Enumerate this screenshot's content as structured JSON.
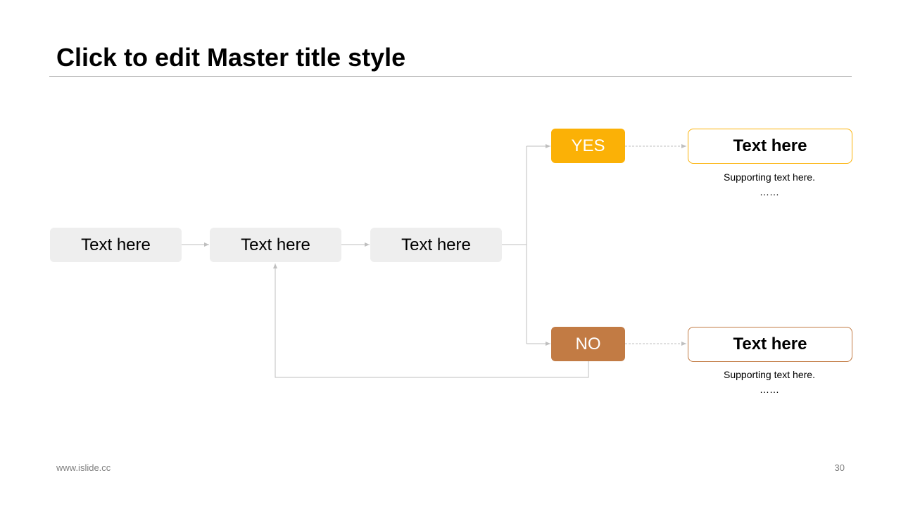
{
  "slide": {
    "title": "Click to edit Master title style"
  },
  "flow": {
    "steps": [
      {
        "label": "Text here"
      },
      {
        "label": "Text here"
      },
      {
        "label": "Text here"
      }
    ],
    "yes": {
      "label": "YES",
      "color": "#fbb106",
      "outcome_title": "Text here",
      "outcome_text": "Supporting text here.",
      "outcome_more": "……"
    },
    "no": {
      "label": "NO",
      "color": "#c27b44",
      "outcome_title": "Text here",
      "outcome_text": "Supporting text here.",
      "outcome_more": "……"
    }
  },
  "footer": {
    "url": "www.islide.cc",
    "page": "30"
  },
  "colors": {
    "step_fill": "#eeeeee",
    "connector": "#bfbfbf",
    "rule": "#a6a6a6"
  }
}
